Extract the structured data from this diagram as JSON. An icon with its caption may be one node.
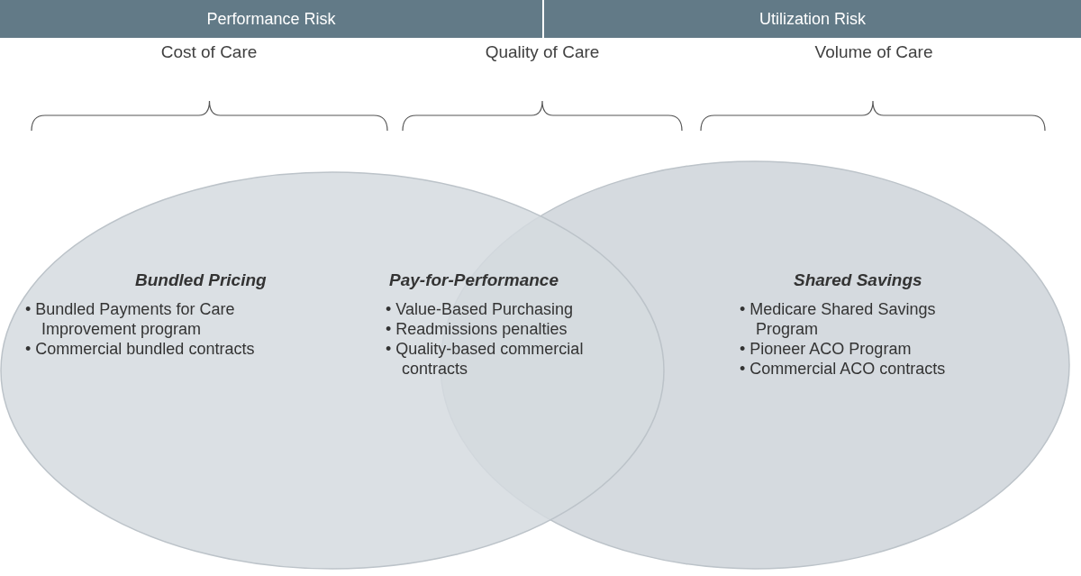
{
  "diagram": {
    "nodes": [
      {
        "text": [
          "Performance Risk"
        ]
      },
      {
        "text": [
          "Utilization Risk"
        ]
      },
      {
        "text": [
          "Bundled Pricing",
          "• Bundled Payments for Care Improvement program",
          "• Commercial bundled contracts"
        ]
      },
      {
        "text": [
          "Shared Savings",
          "• Medicare Shared Savings Program",
          "• Pioneer ACO Program",
          "• Commercial ACO contracts"
        ]
      }
    ],
    "edges": [],
    "labels": [
      "Cost of Care",
      "Quality of Care",
      "Volume of Care",
      "Pay-for-Performance",
      "• Value-Based Purchasing",
      "• Readmissions penalties",
      "• Quality-based commercial contracts"
    ]
  }
}
